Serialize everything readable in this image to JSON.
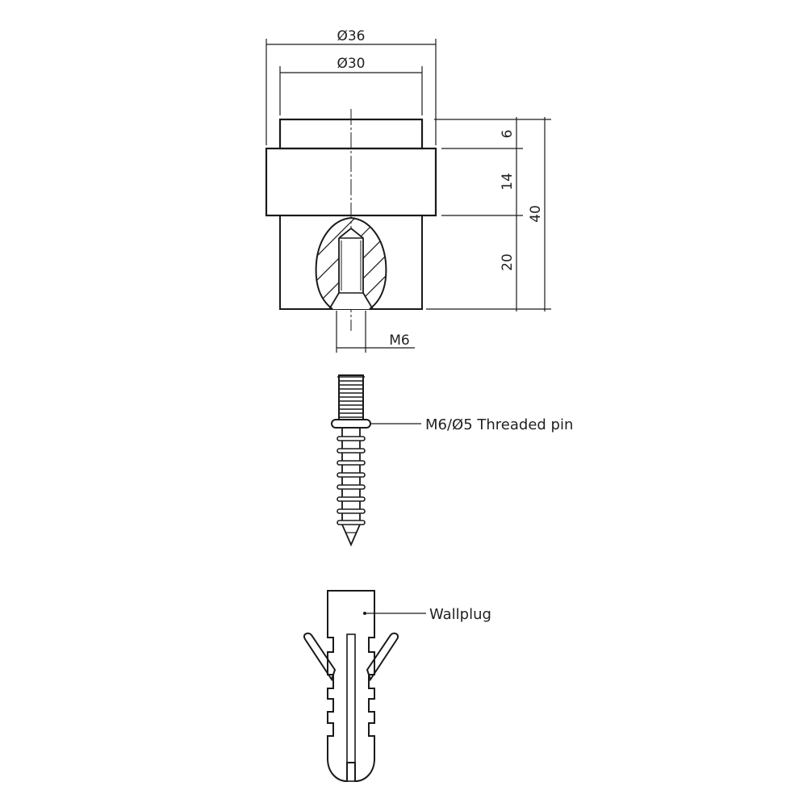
{
  "drawing": {
    "type": "technical drawing - door stop with fixing",
    "stroke_color": "#1a1a1a",
    "background": "#ffffff"
  },
  "dimensions": {
    "outer_diameter": "Ø36",
    "inner_diameter": "Ø30",
    "height_top": "6",
    "height_middle": "14",
    "height_bottom": "20",
    "height_total": "40",
    "thread": "M6"
  },
  "callouts": {
    "pin": "M6/Ø5 Threaded pin",
    "plug": "Wallplug"
  }
}
